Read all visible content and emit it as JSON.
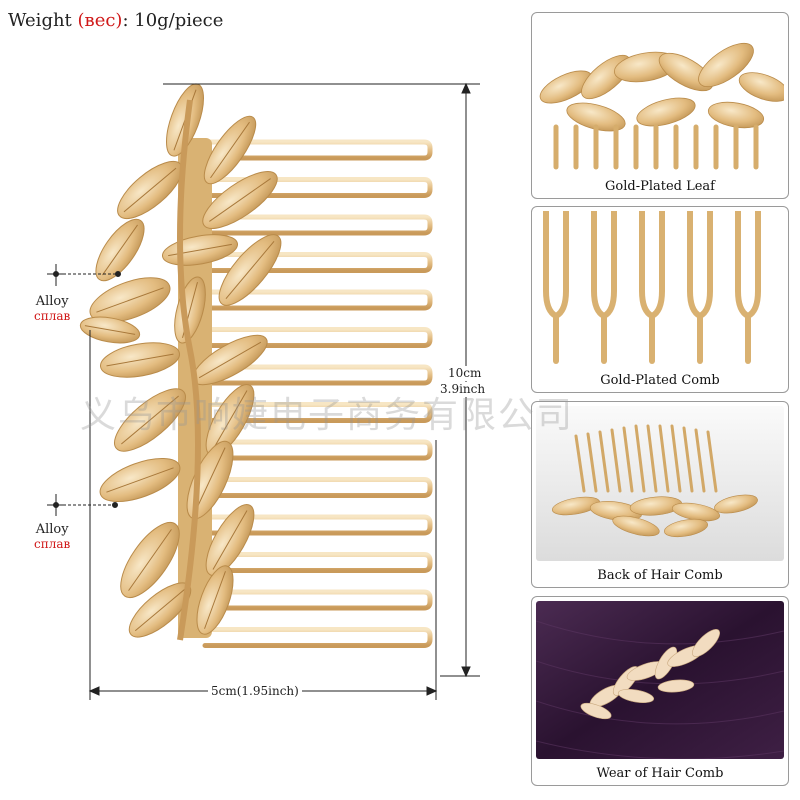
{
  "weight": {
    "label": "Weight",
    "ru_label": "(вес)",
    "value": ": 10g/piece"
  },
  "dimensions": {
    "height_cm": "10cm",
    "height_in": "3.9inch",
    "width": "5cm(1.95inch)"
  },
  "callouts": [
    {
      "en": "Alloy",
      "ru": "сплав"
    },
    {
      "en": "Alloy",
      "ru": "сплав"
    }
  ],
  "watermark": "义乌市响婕电子商务有限公司",
  "panels": [
    {
      "caption": "Gold-Plated Leaf",
      "icon": "gold-leaf-closeup-photo"
    },
    {
      "caption": "Gold-Plated Comb",
      "icon": "comb-teeth-closeup-photo"
    },
    {
      "caption": "Back of Hair Comb",
      "icon": "comb-back-photo"
    },
    {
      "caption": "Wear of Hair Comb",
      "icon": "worn-in-hair-photo"
    }
  ],
  "colors": {
    "gold_light": "#f3dcae",
    "gold_mid": "#e0b878",
    "gold_dark": "#b98b4a",
    "russian_red": "#d01818",
    "hair_purple": "#3a1c3e"
  }
}
